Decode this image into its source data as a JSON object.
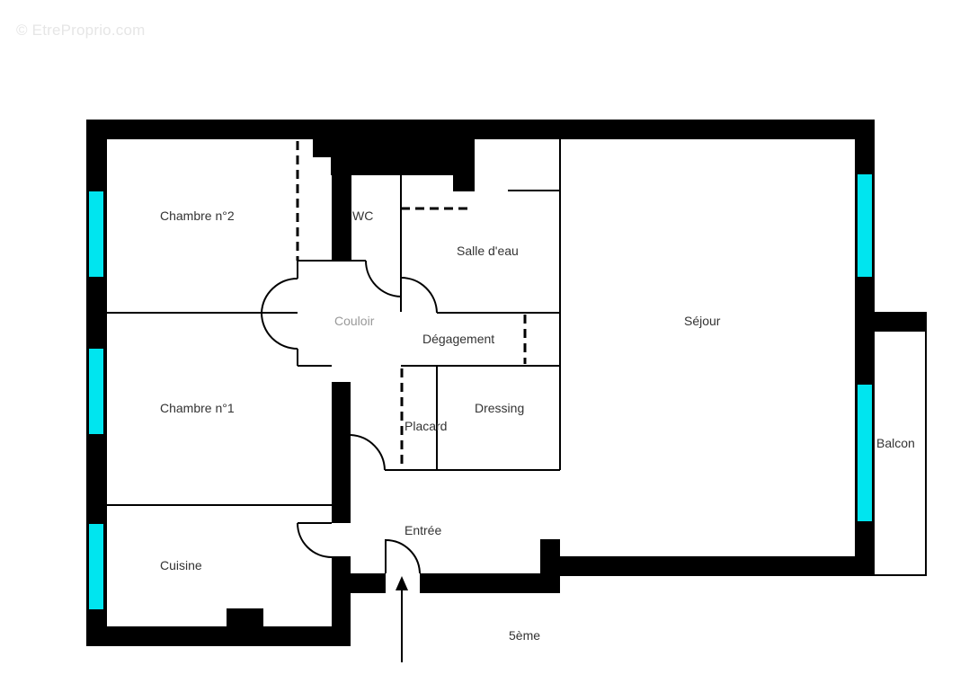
{
  "watermark": "© EtreProprio.com",
  "colors": {
    "wall": "#000000",
    "window": "#00e5ef",
    "background": "#ffffff",
    "label": "#333333",
    "label_muted": "#999999"
  },
  "rooms": {
    "chambre2": "Chambre n°2",
    "wc": "WC",
    "salle_eau": "Salle d'eau",
    "sejour": "Séjour",
    "couloir": "Couloir",
    "degagement": "Dégagement",
    "chambre1": "Chambre n°1",
    "placard": "Placard",
    "dressing": "Dressing",
    "balcon": "Balcon",
    "entree": "Entrée",
    "cuisine": "Cuisine"
  },
  "floor_label": "5ème",
  "icons": {
    "entrance_arrow": "arrow-up-icon"
  }
}
